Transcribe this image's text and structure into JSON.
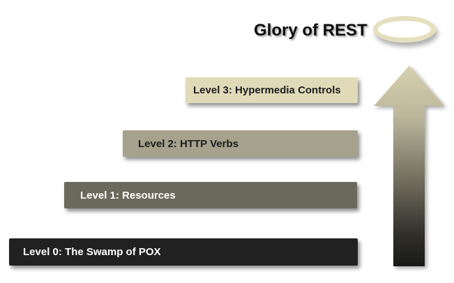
{
  "page": {
    "background_color": "#ffffff"
  },
  "header": {
    "title": "Glory of REST",
    "halo_icon": "halo-ring-icon",
    "halo_color": "#e5dfbd"
  },
  "arrow": {
    "icon": "upward-arrow-icon",
    "direction": "up",
    "gradient_top": "#d7d1b0",
    "gradient_middle": "#767362",
    "gradient_bottom": "#191917"
  },
  "levels": [
    {
      "label": "Level 3: Hypermedia Controls",
      "bg": "#e0dab9",
      "fg": "#1c1c1c"
    },
    {
      "label": "Level 2: HTTP Verbs",
      "bg": "#a6a28d",
      "fg": "#1c1c1c"
    },
    {
      "label": "Level 1: Resources",
      "bg": "#6b685c",
      "fg": "#ffffff"
    },
    {
      "label": "Level 0: The Swamp of POX",
      "bg": "#212121",
      "fg": "#ffffff"
    }
  ]
}
